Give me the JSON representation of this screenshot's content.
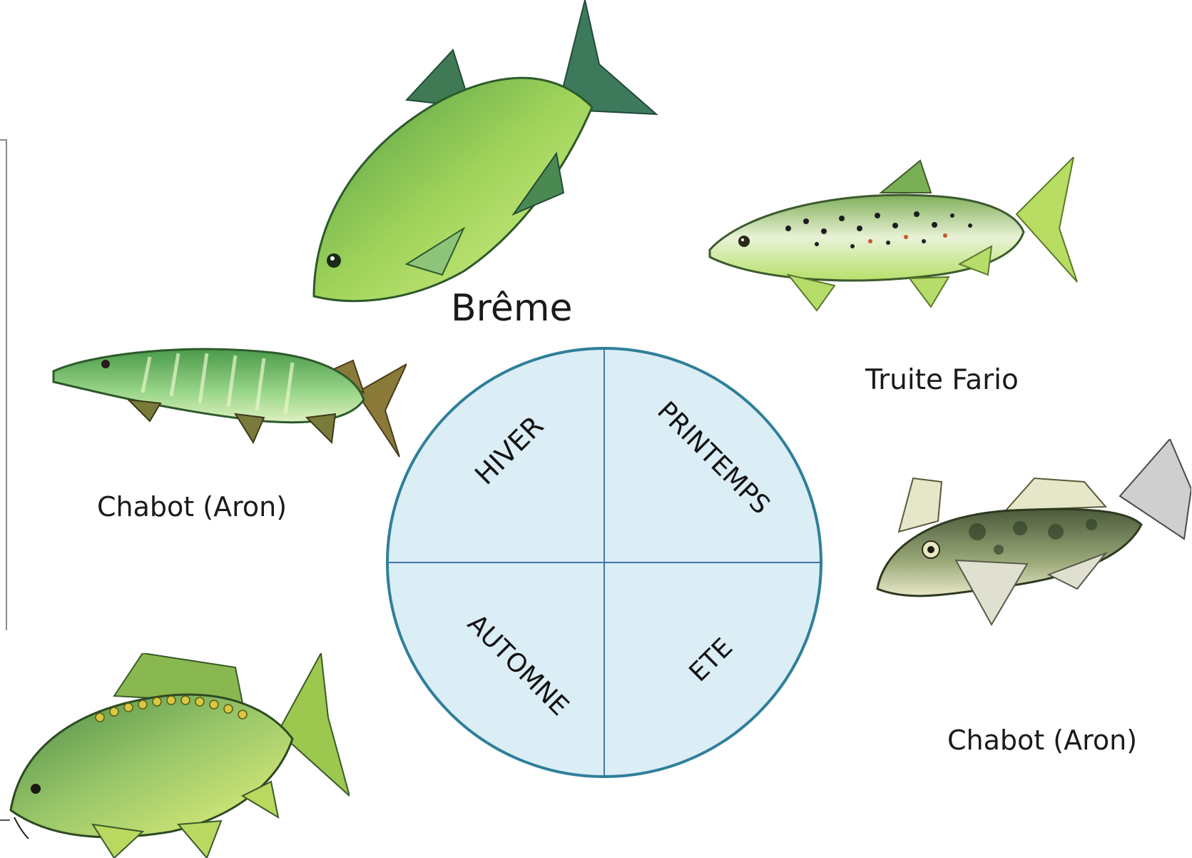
{
  "wheel": {
    "quadrants": [
      {
        "id": "hiver",
        "label": "HIVER"
      },
      {
        "id": "printemps",
        "label": "PRINTEMPS"
      },
      {
        "id": "automne",
        "label": "AUTOMNE"
      },
      {
        "id": "ete",
        "label": "ETE"
      }
    ],
    "colors": {
      "fill": "#dbedf5",
      "border": "#2f7f9a",
      "divider": "#3f78a8"
    }
  },
  "fish_labels": {
    "breme": "Brême",
    "truite": "Truite Fario",
    "brochet": "Chabot (Aron)",
    "chabot": "Chabot (Aron)"
  },
  "fish_icons": [
    "bream-fish-icon",
    "trout-fish-icon",
    "pike-fish-icon",
    "sculpin-fish-icon",
    "carp-fish-icon"
  ],
  "colors": {
    "fish_green": "#9fd36a",
    "fish_dark": "#3f7a3a",
    "fin": "#2e5f52"
  }
}
